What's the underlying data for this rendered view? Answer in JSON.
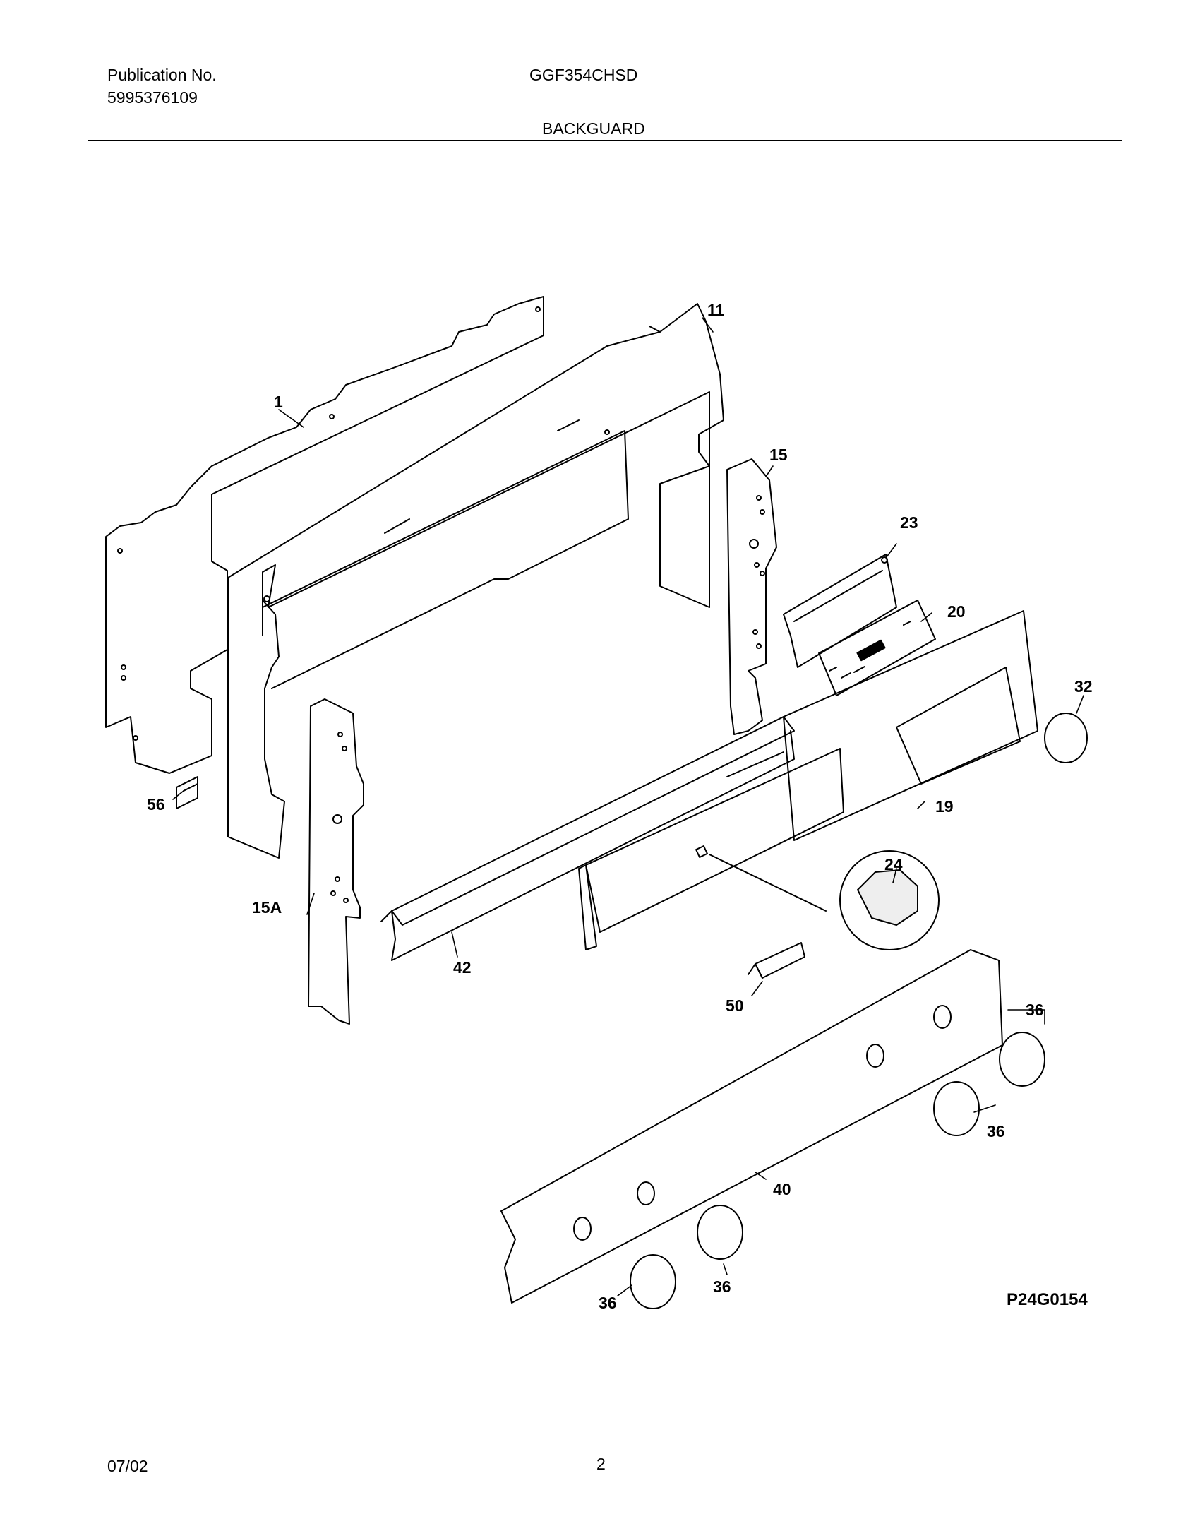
{
  "header": {
    "publication_label": "Publication No.",
    "publication_number": "5995376109",
    "model": "GGF354CHSD",
    "section_title": "BACKGUARD"
  },
  "diagram": {
    "drawing_code": "P24G0154",
    "callouts": [
      "1",
      "11",
      "15",
      "15A",
      "56",
      "23",
      "20",
      "32",
      "19",
      "24",
      "42",
      "50",
      "36",
      "36",
      "36",
      "36",
      "40"
    ]
  },
  "footer": {
    "date": "07/02",
    "page_number": "2"
  }
}
